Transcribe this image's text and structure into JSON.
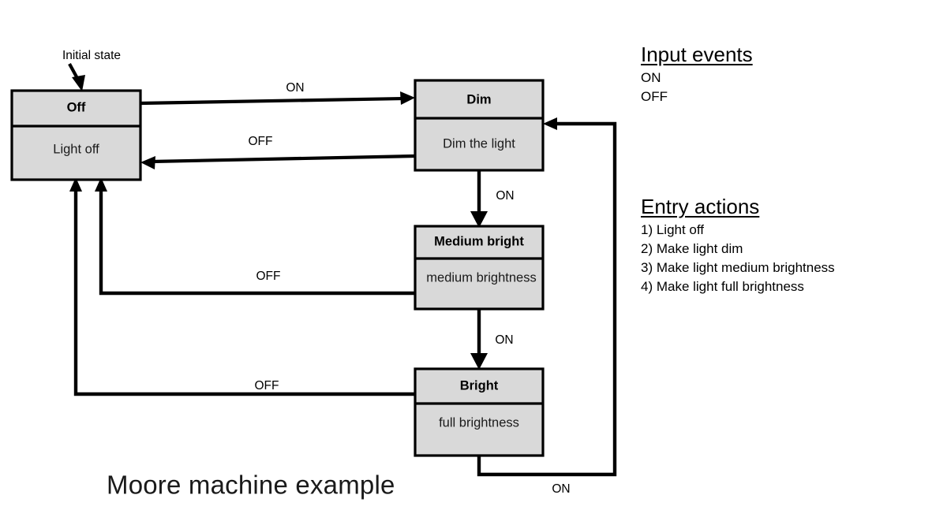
{
  "diagram": {
    "caption": "Moore machine example",
    "initial_state_label": "Initial state",
    "states": [
      {
        "id": "off",
        "name": "Off",
        "action": "Light off"
      },
      {
        "id": "dim",
        "name": "Dim",
        "action": "Dim the light"
      },
      {
        "id": "medium",
        "name": "Medium bright",
        "action": "medium brightness"
      },
      {
        "id": "bright",
        "name": "Bright",
        "action": "full brightness"
      }
    ],
    "transitions": [
      {
        "from": "off",
        "to": "dim",
        "label": "ON"
      },
      {
        "from": "dim",
        "to": "off",
        "label": "OFF"
      },
      {
        "from": "dim",
        "to": "medium",
        "label": "ON"
      },
      {
        "from": "medium",
        "to": "off",
        "label": "OFF"
      },
      {
        "from": "medium",
        "to": "bright",
        "label": "ON"
      },
      {
        "from": "bright",
        "to": "off",
        "label": "OFF"
      },
      {
        "from": "bright",
        "to": "dim",
        "label": "ON"
      }
    ],
    "colors": {
      "box_fill": "#d9d9d9",
      "stroke": "#000000",
      "background": "#ffffff"
    }
  },
  "events_panel": {
    "heading": "Input events",
    "items": [
      "ON",
      "OFF"
    ]
  },
  "actions_panel": {
    "heading": "Entry actions",
    "items": [
      "1) Light off",
      "2) Make light dim",
      "3) Make light medium brightness",
      "4) Make light full brightness"
    ]
  }
}
